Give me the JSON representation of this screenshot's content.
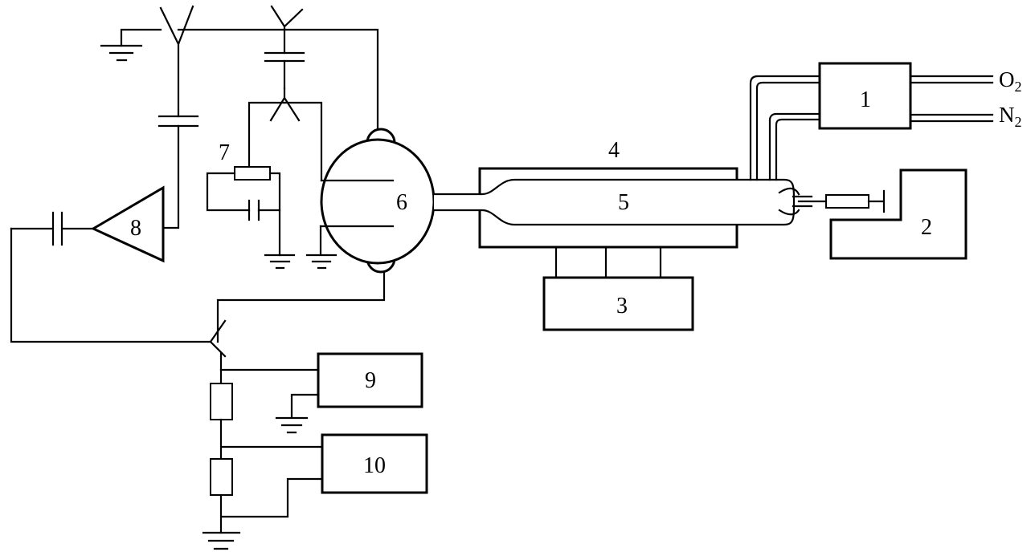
{
  "labels": {
    "block_1": "1",
    "block_2": "2",
    "block_3": "3",
    "block_4": "4",
    "block_5": "5",
    "block_6": "6",
    "block_7": "7",
    "block_8": "8",
    "block_9": "9",
    "block_10": "10"
  },
  "gases": {
    "oxygen": {
      "base": "O",
      "sub": "2"
    },
    "nitrogen": {
      "base": "N",
      "sub": "2"
    }
  }
}
